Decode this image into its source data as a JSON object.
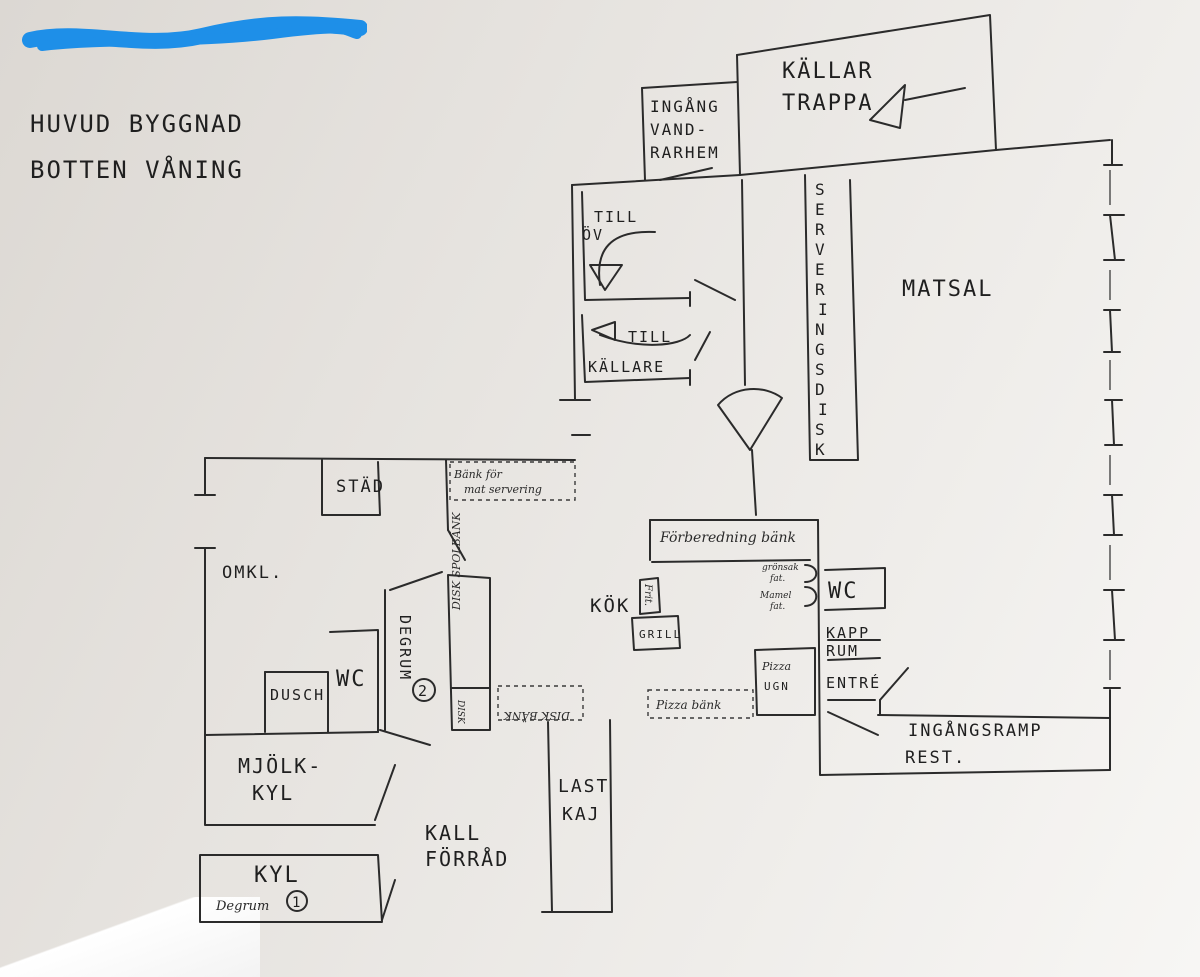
{
  "title": {
    "line1": "HUVUD BYGGNAD",
    "line2": "BOTTEN VÅNING"
  },
  "rooms": {
    "kallar_trappa_1": "KÄLLAR",
    "kallar_trappa_2": "TRAPPA",
    "ingang_1": "INGÅNG",
    "ingang_2": "VAND-",
    "ingang_3": "RARHEM",
    "servering": [
      "S",
      "E",
      "R",
      "V",
      "E",
      "R",
      "I",
      "N",
      "G",
      "S",
      "D",
      "I",
      "S",
      "K"
    ],
    "till_ov_1": "TILL",
    "till_ov_2": "ÖV",
    "till_kallare_1": "TILL",
    "till_kallare_2": "KÄLLARE",
    "matsal": "MATSAL",
    "stad": "STÄD",
    "bank_mat_1": "Bänk för",
    "bank_mat_2": "mat servering",
    "omkl": "OMKL.",
    "dusch": "DUSCH",
    "wc_left": "WC",
    "degrum": "DEGRUM",
    "degrum_num": "2",
    "disk_spol": "DISK SPOLBÄNK",
    "disk_small": "DISK",
    "disk_bank": "DISK BÄNK",
    "mjolk_1": "MJÖLK-",
    "mjolk_2": "KYL",
    "kall_1": "KALL",
    "kall_2": "FÖRRÅD",
    "kyl": "KYL",
    "degrum_small": "Degrum",
    "kyl_num": "1",
    "last_1": "LAST",
    "last_2": "KAJ",
    "forberedning": "Förberedning bänk",
    "kok": "KÖK",
    "fritos": "Frit.",
    "grill": "GRILL",
    "gronsak_1": "grönsak",
    "gronsak_2": "fat.",
    "hamel_1": "Mamel",
    "hamel_2": "fat.",
    "wc_right": "WC",
    "kapp_1": "KAPP",
    "kapp_2": "RUM",
    "pizza_1": "Pizza",
    "pizza_2": "UGN",
    "pizza_bank": "Pizza bänk",
    "entre": "ENTRÉ",
    "ramp_1": "INGÅNGSRAMP",
    "ramp_2": "REST."
  },
  "colors": {
    "ink": "#2b2b2b",
    "redaction": "#1e8fe8",
    "paper": "#e6e3df"
  }
}
